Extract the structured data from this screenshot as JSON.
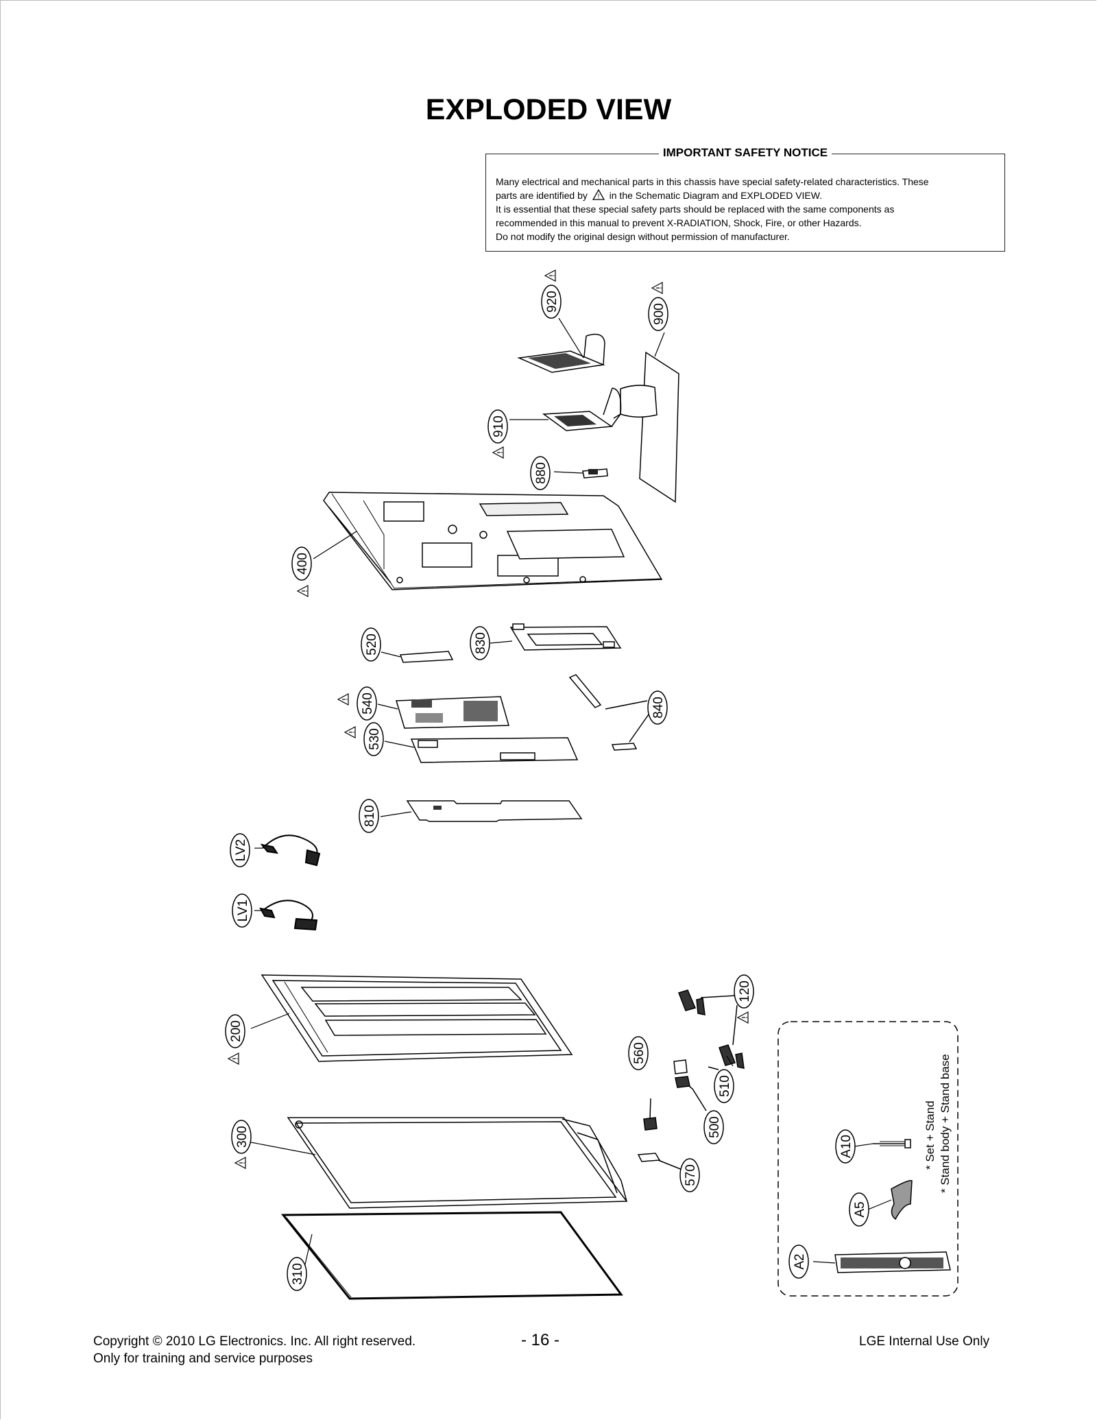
{
  "title": "EXPLODED VIEW",
  "notice": {
    "heading": "IMPORTANT SAFETY NOTICE",
    "line1": "Many electrical and mechanical parts in this chassis have special safety-related characteristics. These",
    "line2_pre": "parts are identified by",
    "line2_post": "in the Schematic Diagram and EXPLODED VIEW.",
    "line3": "It is essential that these special safety parts should be replaced with the same components as",
    "line4": "recommended in this manual to prevent X-RADIATION, Shock, Fire, or other Hazards.",
    "line5": "Do not modify the original design without permission of manufacturer."
  },
  "parts": {
    "p920": "920",
    "p900": "900",
    "p910": "910",
    "p880": "880",
    "p400": "400",
    "p520": "520",
    "p830": "830",
    "p540": "540",
    "p530": "530",
    "p840": "840",
    "p810": "810",
    "pLV2": "LV2",
    "pLV1": "LV1",
    "p200": "200",
    "p120": "120",
    "p560": "560",
    "p510": "510",
    "p500": "500",
    "p300": "300",
    "p570": "570",
    "p310": "310",
    "pA10": "A10",
    "pA5": "A5",
    "pA2": "A2"
  },
  "accessory_notes": {
    "note1": "* Set + Stand",
    "note2": "* Stand body + Stand base"
  },
  "footer": {
    "copyright": "Copyright © 2010 LG Electronics. Inc. All right reserved.",
    "training": "Only for training and service purposes",
    "page": "- 16 -",
    "internal": "LGE Internal Use Only"
  }
}
